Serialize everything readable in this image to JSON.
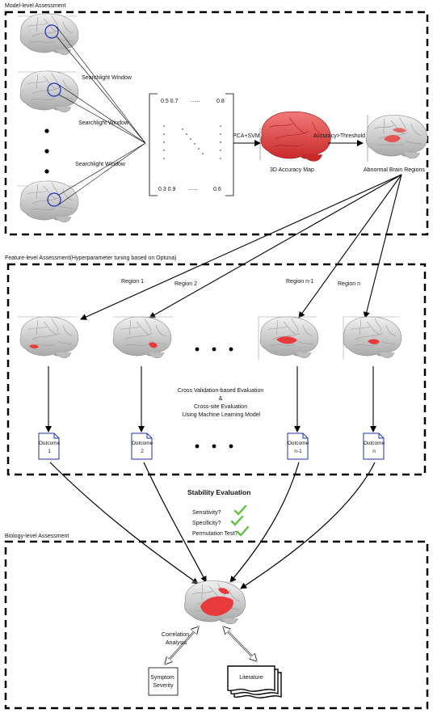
{
  "sections": {
    "model_title": "Model-level Assessment",
    "feature_title": "Feature-level Assessment(Hyperparameter tuning based on Optuna)",
    "biology_title": "Biology-level Assessment"
  },
  "model": {
    "searchlight_labels": [
      "Searchlight Window",
      "Searchlight Window",
      "Searchlight Window"
    ],
    "matrix": {
      "top_left": "0.5  0.7",
      "top_dots": "......",
      "top_right": "0.8",
      "bottom_left": "0.3  0.9",
      "bottom_dots": "......",
      "bottom_right": "0.6"
    },
    "pca_svm": "PCA+SVM",
    "accuracy_map": "3D Accuracy Map",
    "threshold": "Accuracy>Threshold",
    "abnormal_regions": "Abnormal Brain Regions"
  },
  "feature": {
    "regions": [
      "Region 1",
      "Region 2",
      "Region n-1",
      "Region n"
    ],
    "center_text": [
      "Cross Validation-based Evaluation",
      "&",
      "Cross-site Evaluation",
      "Using Machine Learning Model"
    ],
    "outcomes": [
      {
        "line1": "Outcome",
        "line2": "1"
      },
      {
        "line1": "Outcome",
        "line2": "2"
      },
      {
        "line1": "Outcome",
        "line2": "n-1"
      },
      {
        "line1": "Outcome",
        "line2": "n"
      }
    ]
  },
  "stability": {
    "title": "Stability Evaluation",
    "checks": [
      "Sensitivity?",
      "Specificity?",
      "Permutation Test?"
    ],
    "check_color": "#5cc441"
  },
  "biology": {
    "correlation": [
      "Correlation",
      "Analysis"
    ],
    "symptom": [
      "Symptom",
      "Severity"
    ],
    "literature": "Literature"
  },
  "colors": {
    "highlight": "#e83a3a",
    "accuracy_map": "#e84b4b",
    "searchlight_circle": "#1f2fb5",
    "outcome_border": "#1f2fb5"
  }
}
